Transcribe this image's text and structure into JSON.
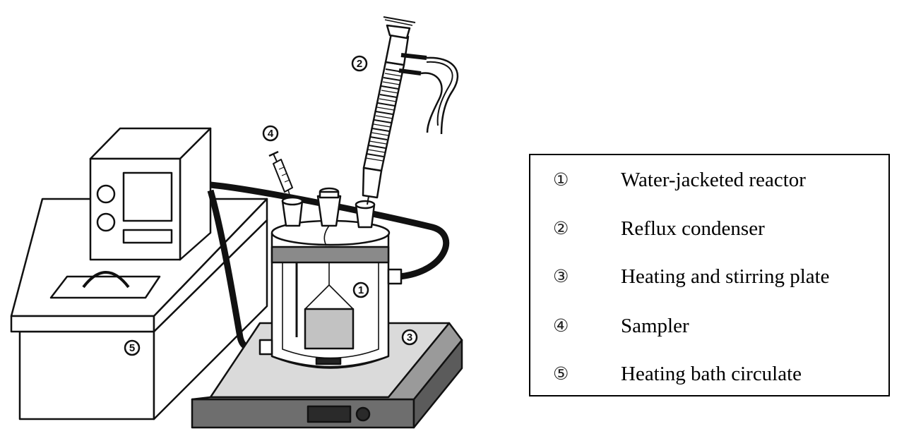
{
  "markers": [
    "①",
    "②",
    "③",
    "④",
    "⑤"
  ],
  "legend": [
    {
      "num": "①",
      "label": "Water-jacketed reactor"
    },
    {
      "num": "②",
      "label": "Reflux condenser"
    },
    {
      "num": "③",
      "label": "Heating and stirring plate"
    },
    {
      "num": "④",
      "label": "Sampler"
    },
    {
      "num": "⑤",
      "label": "Heating bath circulate"
    }
  ],
  "colors": {
    "line": "#111111",
    "plate_gray": "#dadada",
    "dark_gray": "#6e6e6e",
    "block_gray": "#c2c2c2",
    "band": "#8a8a8a"
  }
}
